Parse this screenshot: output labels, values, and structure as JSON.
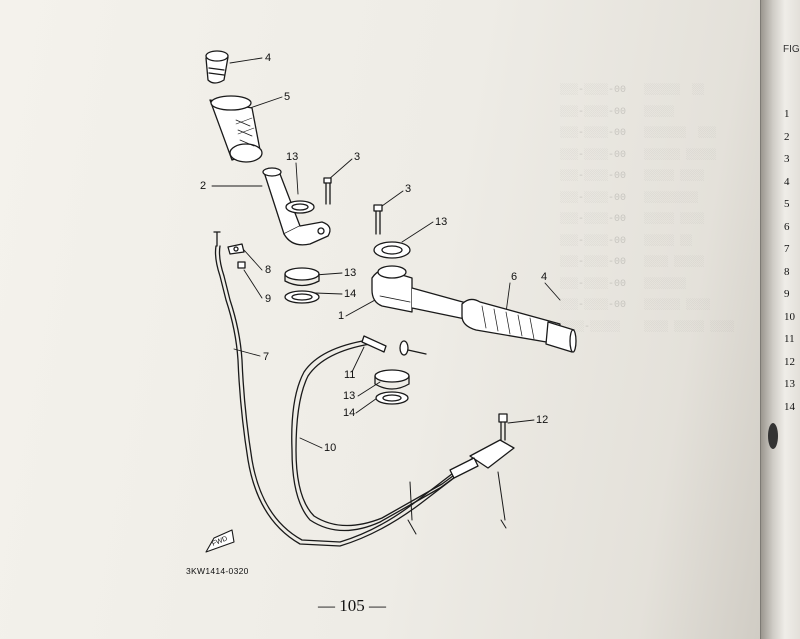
{
  "drawing": {
    "figure_code": "3KW1414-0320",
    "page_number": "— 105 —",
    "direction_tag": "FWD",
    "callouts": [
      {
        "id": "c4a",
        "text": "4"
      },
      {
        "id": "c5",
        "text": "5"
      },
      {
        "id": "c3a",
        "text": "3"
      },
      {
        "id": "c13a",
        "text": "13"
      },
      {
        "id": "c2",
        "text": "2"
      },
      {
        "id": "c3b",
        "text": "3"
      },
      {
        "id": "c13b",
        "text": "13"
      },
      {
        "id": "c8",
        "text": "8"
      },
      {
        "id": "c13c",
        "text": "13"
      },
      {
        "id": "c9",
        "text": "9"
      },
      {
        "id": "c14a",
        "text": "14"
      },
      {
        "id": "c6",
        "text": "6"
      },
      {
        "id": "c4b",
        "text": "4"
      },
      {
        "id": "c1",
        "text": "1"
      },
      {
        "id": "c7",
        "text": "7"
      },
      {
        "id": "c11",
        "text": "11"
      },
      {
        "id": "c13d",
        "text": "13"
      },
      {
        "id": "c14b",
        "text": "14"
      },
      {
        "id": "c10",
        "text": "10"
      },
      {
        "id": "c12",
        "text": "12"
      }
    ]
  },
  "next_page": {
    "fig_header": "FIG",
    "row_numbers": [
      "1",
      "2",
      "3",
      "4",
      "5",
      "6",
      "7",
      "8",
      "9",
      "10",
      "11",
      "12",
      "13",
      "14"
    ]
  }
}
